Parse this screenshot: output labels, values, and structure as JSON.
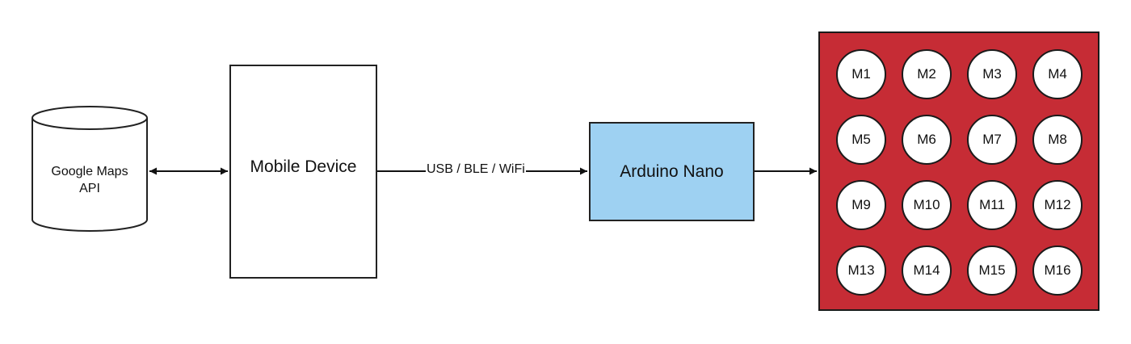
{
  "nodes": {
    "database": {
      "label_line1": "Google Maps",
      "label_line2": "API"
    },
    "mobile": {
      "label": "Mobile Device"
    },
    "arduino": {
      "label": "Arduino Nano",
      "fill": "#9ed1f2"
    },
    "panel": {
      "fill": "#c62c35",
      "motors": [
        "M1",
        "M2",
        "M3",
        "M4",
        "M5",
        "M6",
        "M7",
        "M8",
        "M9",
        "M10",
        "M11",
        "M12",
        "M13",
        "M14",
        "M15",
        "M16"
      ]
    }
  },
  "edges": {
    "mobile_to_arduino": {
      "label": "USB / BLE / WiFi"
    }
  }
}
